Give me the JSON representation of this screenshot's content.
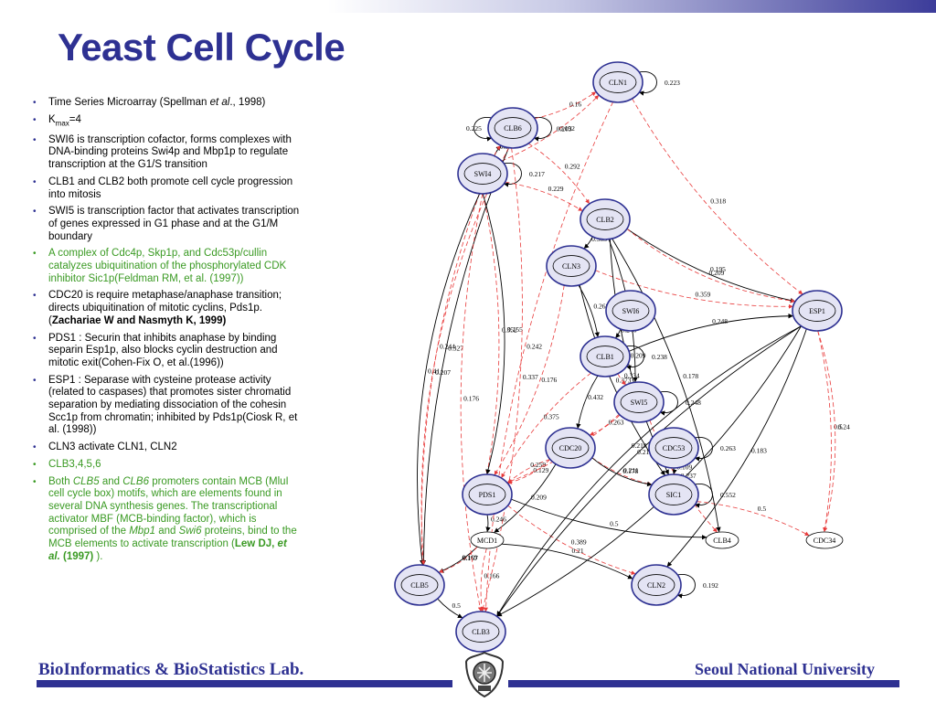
{
  "slide": {
    "title": "Yeast Cell Cycle"
  },
  "bullets": [
    {
      "color": "black",
      "parts": [
        {
          "t": "Time Series Microarray (Spellman "
        },
        {
          "t": "et al",
          "i": true
        },
        {
          "t": "., 1998)"
        }
      ]
    },
    {
      "color": "black",
      "parts": [
        {
          "t": "K"
        },
        {
          "t": "max",
          "sub": true
        },
        {
          "t": "=4"
        }
      ]
    },
    {
      "color": "black",
      "parts": [
        {
          "t": "SWI6 is transcription cofactor, forms complexes with DNA-binding proteins Swi4p and Mbp1p to regulate transcription at the G1/S transition"
        }
      ]
    },
    {
      "color": "black",
      "parts": [
        {
          "t": "CLB1 and CLB2 both promote cell cycle progression into mitosis"
        }
      ]
    },
    {
      "color": "black",
      "parts": [
        {
          "t": "SWI5 is transcription factor  that activates transcription of genes expressed in G1 phase and at the G1/M boundary"
        }
      ]
    },
    {
      "color": "green",
      "parts": [
        {
          "t": "A complex of Cdc4p, Skp1p, and Cdc53p/cullin catalyzes ubiquitination of the phosphorylated CDK inhibitor Sic1p(Feldman RM, et al. (1997))"
        }
      ]
    },
    {
      "color": "black",
      "parts": [
        {
          "t": "CDC20 is require metaphase/anaphase transition; directs ubiquitination of mitotic cyclins, Pds1p.("
        },
        {
          "t": "Zachariae W and Nasmyth K, 1999)",
          "b": true
        }
      ]
    },
    {
      "color": "black",
      "parts": [
        {
          "t": "PDS1 : Securin that inhibits anaphase by binding separin Esp1p, also blocks cyclin destruction and mitotic exit(Cohen-Fix O, et al.(1996))"
        }
      ]
    },
    {
      "color": "black",
      "parts": [
        {
          "t": "ESP1 : Separase with cysteine protease activity (related to caspases) that promotes sister chromatid separation by mediating dissociation of the cohesin Scc1p from chromatin; inhibited by Pds1p(Ciosk R, et al. (1998))"
        }
      ]
    },
    {
      "color": "black",
      "parts": [
        {
          "t": "CLN3 activate CLN1, CLN2"
        }
      ]
    },
    {
      "color": "green",
      "parts": [
        {
          "t": "CLB3,4,5,6"
        }
      ]
    },
    {
      "color": "green",
      "parts": [
        {
          "t": "Both "
        },
        {
          "t": "CLB5",
          "i": true
        },
        {
          "t": " and "
        },
        {
          "t": "CLB6",
          "i": true
        },
        {
          "t": " promoters contain MCB (MluI cell cycle box) motifs, which are elements found in several DNA synthesis genes. The transcriptional activator MBF (MCB-binding factor), which is comprised of the "
        },
        {
          "t": "Mbp1",
          "i": true
        },
        {
          "t": " and "
        },
        {
          "t": "Swi6",
          "i": true
        },
        {
          "t": " proteins, bind to the MCB elements to activate transcription ("
        },
        {
          "t": "Lew DJ, ",
          "b": true
        },
        {
          "t": "et al.",
          "b": true,
          "i": true
        },
        {
          "t": " (1997)",
          "b": true
        },
        {
          "t": " )."
        }
      ]
    }
  ],
  "graph": {
    "nodes": [
      {
        "id": "CLN1",
        "label": "CLN1",
        "shaded": true
      },
      {
        "id": "CLB6",
        "label": "CLB6",
        "shaded": true
      },
      {
        "id": "SWI4",
        "label": "SWI4",
        "shaded": true
      },
      {
        "id": "CLB2",
        "label": "CLB2",
        "shaded": true
      },
      {
        "id": "CLN3",
        "label": "CLN3",
        "shaded": true
      },
      {
        "id": "SWI6",
        "label": "SWI6",
        "shaded": true
      },
      {
        "id": "ESP1",
        "label": "ESP1",
        "shaded": true
      },
      {
        "id": "CLB1",
        "label": "CLB1",
        "shaded": true
      },
      {
        "id": "SWI5",
        "label": "SWI5",
        "shaded": true
      },
      {
        "id": "CDC20",
        "label": "CDC20",
        "shaded": true
      },
      {
        "id": "CDC53",
        "label": "CDC53",
        "shaded": true
      },
      {
        "id": "PDS1",
        "label": "PDS1",
        "shaded": true
      },
      {
        "id": "SIC1",
        "label": "SIC1",
        "shaded": true
      },
      {
        "id": "MCD1",
        "label": "MCD1",
        "shaded": false
      },
      {
        "id": "CLB4",
        "label": "CLB4",
        "shaded": false
      },
      {
        "id": "CDC34",
        "label": "CDC34",
        "shaded": false
      },
      {
        "id": "CLB5",
        "label": "CLB5",
        "shaded": true
      },
      {
        "id": "CLN2",
        "label": "CLN2",
        "shaded": true
      },
      {
        "id": "CLB3",
        "label": "CLB3",
        "shaded": true
      }
    ],
    "edges": [
      {
        "from": "CLN1",
        "to": "CLN1",
        "w": "0.223",
        "style": "solid"
      },
      {
        "from": "CLB6",
        "to": "CLB6",
        "w": "0.192",
        "style": "solid"
      },
      {
        "from": "CLB6",
        "to": "CLB6",
        "w": "0.225",
        "style": "solid"
      },
      {
        "from": "SWI4",
        "to": "CLB6",
        "w": "0.24",
        "style": "solid"
      },
      {
        "from": "SWI4",
        "to": "CLB6",
        "w": "0.357",
        "style": "dashed"
      },
      {
        "from": "SWI4",
        "to": "SWI4",
        "w": "0.217",
        "style": "solid"
      },
      {
        "from": "SWI4",
        "to": "CLN1",
        "w": "0.203",
        "style": "dashed"
      },
      {
        "from": "SWI4",
        "to": "CLB2",
        "w": "0.229",
        "style": "dashed"
      },
      {
        "from": "CLB6",
        "to": "CLN1",
        "w": "0.16",
        "style": "dashed"
      },
      {
        "from": "CLB6",
        "to": "CLB2",
        "w": "0.292",
        "style": "dashed"
      },
      {
        "from": "CLN1",
        "to": "ESP1",
        "w": "0.318",
        "style": "dashed"
      },
      {
        "from": "CLB2",
        "to": "CLN3",
        "w": "0.303",
        "style": "solid"
      },
      {
        "from": "CLB2",
        "to": "ESP1",
        "w": "0.195",
        "style": "solid"
      },
      {
        "from": "CLB2",
        "to": "ESP1",
        "w": "0.209",
        "style": "dashed"
      },
      {
        "from": "CLN3",
        "to": "ESP1",
        "w": "0.359",
        "style": "dashed"
      },
      {
        "from": "CLN3",
        "to": "CLB1",
        "w": "0.268",
        "style": "solid"
      },
      {
        "from": "CLN3",
        "to": "SIC1",
        "w": "0.373",
        "style": "solid"
      },
      {
        "from": "SWI6",
        "to": "CLB1",
        "w": "0.246",
        "style": "solid"
      },
      {
        "from": "CLB1",
        "to": "CLB1",
        "w": "0.238",
        "style": "solid"
      },
      {
        "from": "CLB1",
        "to": "ESP1",
        "w": "0.248",
        "style": "solid"
      },
      {
        "from": "CLB1",
        "to": "SWI5",
        "w": "0.334",
        "style": "dashed"
      },
      {
        "from": "SWI5",
        "to": "SWI5",
        "w": "0.248",
        "style": "solid"
      },
      {
        "from": "CLB1",
        "to": "CDC20",
        "w": "0.432",
        "style": "solid"
      },
      {
        "from": "SWI5",
        "to": "CDC20",
        "w": "0.263",
        "style": "dashed"
      },
      {
        "from": "CLB2",
        "to": "SIC1",
        "w": "0.209",
        "style": "solid"
      },
      {
        "from": "CLB2",
        "to": "SWI5",
        "w": "0.161",
        "style": "solid"
      },
      {
        "from": "CDC53",
        "to": "CDC53",
        "w": "0.263",
        "style": "solid"
      },
      {
        "from": "CDC53",
        "to": "SIC1",
        "w": "0.109",
        "style": "solid"
      },
      {
        "from": "CDC20",
        "to": "SIC1",
        "w": "0.211",
        "style": "dashed"
      },
      {
        "from": "CDC20",
        "to": "SIC1",
        "w": "0.178",
        "style": "solid"
      },
      {
        "from": "CDC20",
        "to": "PDS1",
        "w": "0.259",
        "style": "dashed"
      },
      {
        "from": "CDC20",
        "to": "MCD1",
        "w": "0.209",
        "style": "solid"
      },
      {
        "from": "CDC20",
        "to": "PDS1",
        "w": "0.129",
        "style": "dashed"
      },
      {
        "from": "SIC1",
        "to": "SIC1",
        "w": "0.552",
        "style": "solid"
      },
      {
        "from": "SWI5",
        "to": "CLB4",
        "w": "0.237",
        "style": "dashed"
      },
      {
        "from": "PDS1",
        "to": "MCD1",
        "w": "0.246",
        "style": "solid"
      },
      {
        "from": "PDS1",
        "to": "CLB4",
        "w": "0.5",
        "style": "solid"
      },
      {
        "from": "SIC1",
        "to": "CDC34",
        "w": "0.5",
        "style": "dashed"
      },
      {
        "from": "PDS1",
        "to": "CLN2",
        "w": "0.389",
        "style": "dashed"
      },
      {
        "from": "MCD1",
        "to": "CLB5",
        "w": "0.169",
        "style": "solid"
      },
      {
        "from": "MCD1",
        "to": "CLB5",
        "w": "0.167",
        "style": "dashed"
      },
      {
        "from": "MCD1",
        "to": "CLN2",
        "w": "0.21",
        "style": "solid"
      },
      {
        "from": "MCD1",
        "to": "CLB3",
        "w": "0.166",
        "style": "dashed"
      },
      {
        "from": "CLN2",
        "to": "CLN2",
        "w": "0.192",
        "style": "solid"
      },
      {
        "from": "CLB5",
        "to": "CLB3",
        "w": "0.5",
        "style": "solid"
      },
      {
        "from": "SWI4",
        "to": "PDS1",
        "w": "0.352",
        "style": "dashed"
      },
      {
        "from": "SWI4",
        "to": "PDS1",
        "w": "0.155",
        "style": "solid"
      },
      {
        "from": "CLN3",
        "to": "PDS1",
        "w": "0.176",
        "style": "dashed"
      },
      {
        "from": "CLB1",
        "to": "PDS1",
        "w": "0.375",
        "style": "dashed"
      },
      {
        "from": "SWI5",
        "to": "PDS1",
        "w": "0.229",
        "style": "dashed"
      },
      {
        "from": "SWI4",
        "to": "CLB5",
        "w": "0.207",
        "style": "dashed"
      },
      {
        "from": "SWI4",
        "to": "CLB5",
        "w": "0.41",
        "style": "solid"
      },
      {
        "from": "CLB6",
        "to": "CLB5",
        "w": "0.327",
        "style": "solid"
      },
      {
        "from": "CLB6",
        "to": "CLB3",
        "w": "0.337",
        "style": "dashed"
      },
      {
        "from": "CLN1",
        "to": "CLB3",
        "w": "0.242",
        "style": "dashed"
      },
      {
        "from": "CLB6",
        "to": "CLB5",
        "w": "0.244",
        "style": "dashed"
      },
      {
        "from": "SWI4",
        "to": "CLB3",
        "w": "0.176",
        "style": "dashed"
      },
      {
        "from": "CLB2",
        "to": "CLB4",
        "w": "0.178",
        "style": "solid"
      },
      {
        "from": "ESP1",
        "to": "CLB3",
        "w": "0.217",
        "style": "solid"
      },
      {
        "from": "ESP1",
        "to": "CDC34",
        "w": "0.5",
        "style": "dashed"
      },
      {
        "from": "ESP1",
        "to": "CDC34",
        "w": "0.24",
        "style": "dashed"
      },
      {
        "from": "ESP1",
        "to": "CLB3",
        "w": "0.218",
        "style": "solid"
      },
      {
        "from": "ESP1",
        "to": "CLB3",
        "w": "0.256",
        "style": "solid"
      },
      {
        "from": "ESP1",
        "to": "CLN2",
        "w": "0.183",
        "style": "solid"
      }
    ]
  },
  "footer": {
    "left": "BioInformatics & BioStatistics Lab.",
    "right": "Seoul National University",
    "emblem_icon": "university-emblem-icon"
  },
  "colors": {
    "title": "#2e3192",
    "green_text": "#3a9a23",
    "node_fill": "#e4e4f4",
    "node_stroke": "#2e3192",
    "dashed_edge": "#e83a3a"
  }
}
